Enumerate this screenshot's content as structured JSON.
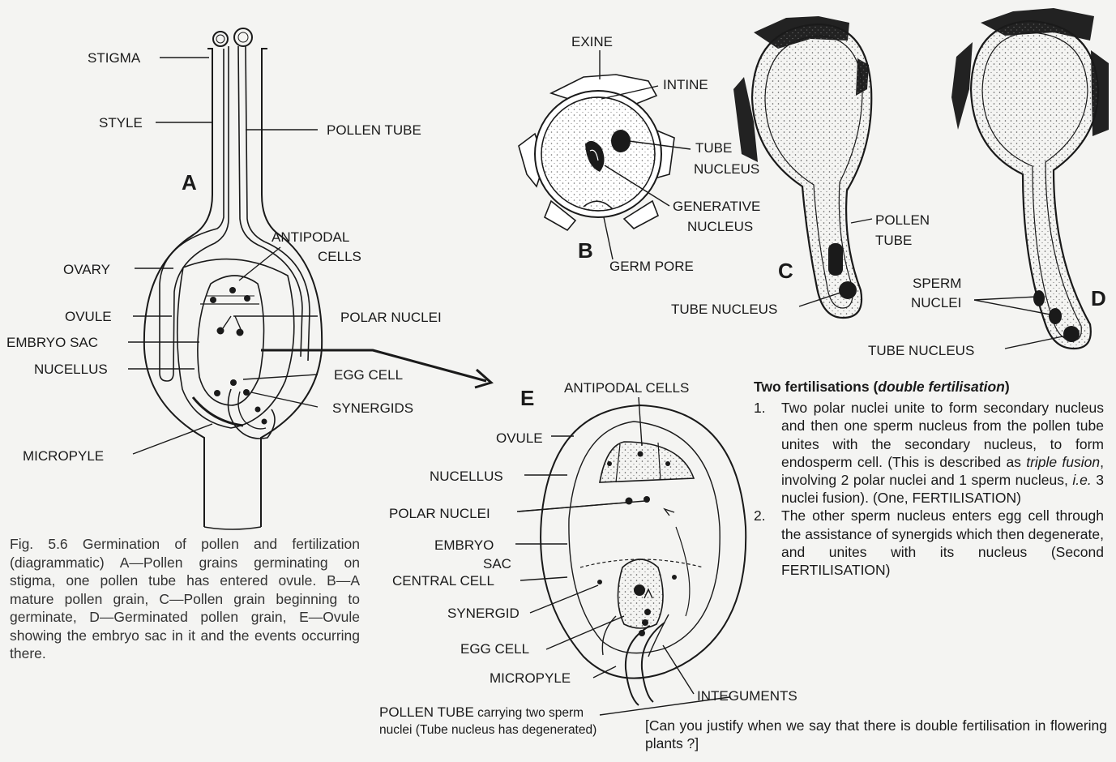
{
  "figure": {
    "panels": {
      "A": "A",
      "B": "B",
      "C": "C",
      "D": "D",
      "E": "E"
    },
    "labels_A": {
      "stigma": "STIGMA",
      "style": "STYLE",
      "pollen_tube": "POLLEN TUBE",
      "antipodal": "ANTIPODAL",
      "cells": "CELLS",
      "ovary": "OVARY",
      "ovule": "OVULE",
      "polar_nuclei": "POLAR NUCLEI",
      "embryo_sac": "EMBRYO SAC",
      "nucellus": "NUCELLUS",
      "egg_cell": "EGG CELL",
      "synergids": "SYNERGIDS",
      "micropyle": "MICROPYLE"
    },
    "labels_B": {
      "exine": "EXINE",
      "intine": "INTINE",
      "tube": "TUBE",
      "nucleus": "NUCLEUS",
      "generative": "GENERATIVE",
      "gen_nucleus": "NUCLEUS",
      "germ_pore": "GERM PORE"
    },
    "labels_C": {
      "pollen": "POLLEN",
      "tube": "TUBE",
      "tube_nucleus": "TUBE NUCLEUS"
    },
    "labels_D": {
      "sperm": "SPERM",
      "nuclei": "NUCLEI",
      "tube_nucleus": "TUBE NUCLEUS"
    },
    "labels_E": {
      "antipodal_cells": "ANTIPODAL CELLS",
      "ovule": "OVULE",
      "nucellus": "NUCELLUS",
      "polar_nuclei": "POLAR NUCLEI",
      "embryo": "EMBRYO",
      "sac": "SAC",
      "central_cell": "CENTRAL CELL",
      "synergid": "SYNERGID",
      "egg_cell": "EGG CELL",
      "micropyle": "MICROPYLE",
      "integuments": "INTEGUMENTS"
    },
    "pollen_tube_note": {
      "bold": "POLLEN TUBE",
      "rest": " carrying two sperm nuclei (Tube nucleus has degenerated)"
    }
  },
  "caption": {
    "fig_no": "Fig. 5.6",
    "text": " Germination of pollen and fertilization (diagrammatic) A—Pollen grains germinating on stigma, one pollen tube has entered ovule.  B—A mature pollen grain,  C—Pollen grain beginning to germinate,  D—Germinated pollen grain, E—Ovule showing the embryo sac in it and the events occurring there."
  },
  "notes": {
    "heading_pre": "Two fertilisations (",
    "heading_em": "double fertilisation",
    "heading_post": ")",
    "items": [
      {
        "num": "1.",
        "a": "Two polar nuclei unite to form secondary nucleus and then one sperm nucleus from the pollen tube unites with the secondary nucleus, to form endosperm cell. (This is described as ",
        "em1": "triple fusion",
        "b": ", involving 2 polar nuclei and 1 sperm nucleus, ",
        "em2": "i.e.",
        "c": " 3 nuclei fusion). (One, FERTILISATION)"
      },
      {
        "num": "2.",
        "a": "The other sperm nucleus enters egg cell through the assistance of synergids which then degenerate, and unites with its nucleus (Second FERTILISATION)"
      }
    ]
  },
  "question": "[Can you justify when we say that there is double fertilisation in flowering plants ?]"
}
